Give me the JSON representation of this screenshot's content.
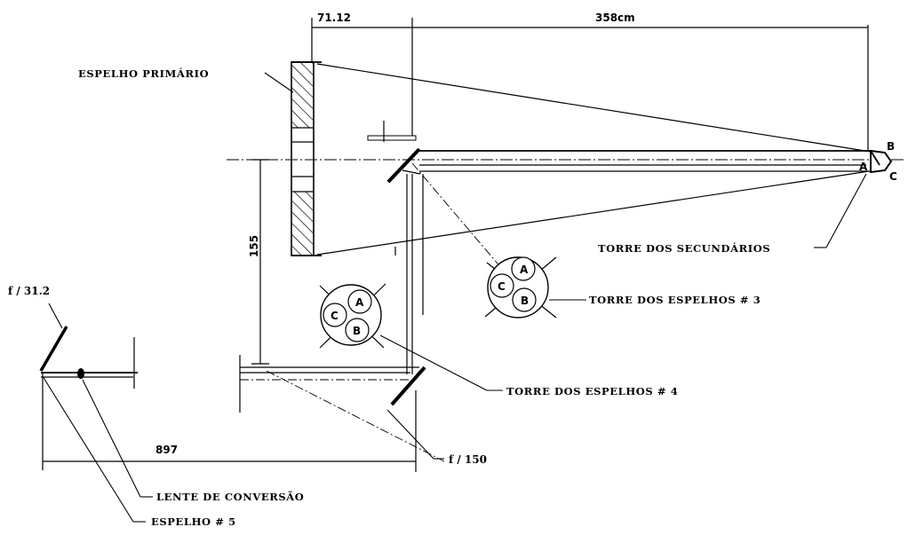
{
  "labels": {
    "primary_mirror": "ESPELHO PRIMÁRIO",
    "secondary_tower": "TORRE DOS SECUNDÁRIOS",
    "mirror_tower_3": "TORRE DOS ESPELHOS # 3",
    "mirror_tower_4": "TORRE DOS ESPELHOS # 4",
    "conversion_lens": "LENTE DE CONVERSÃO",
    "mirror_5": "ESPELHO # 5"
  },
  "dimensions": {
    "top_left": "71.12",
    "top_right": "358cm",
    "vertical": "155",
    "bottom": "897"
  },
  "focal_ratios": {
    "f_31": "f / 31.2",
    "f_150": "f / 150"
  },
  "points": {
    "a": "A",
    "b": "B",
    "c": "C"
  },
  "tower_3": {
    "a": "A",
    "b": "B",
    "c": "C"
  },
  "tower_4": {
    "a": "A",
    "b": "B",
    "c": "C"
  }
}
